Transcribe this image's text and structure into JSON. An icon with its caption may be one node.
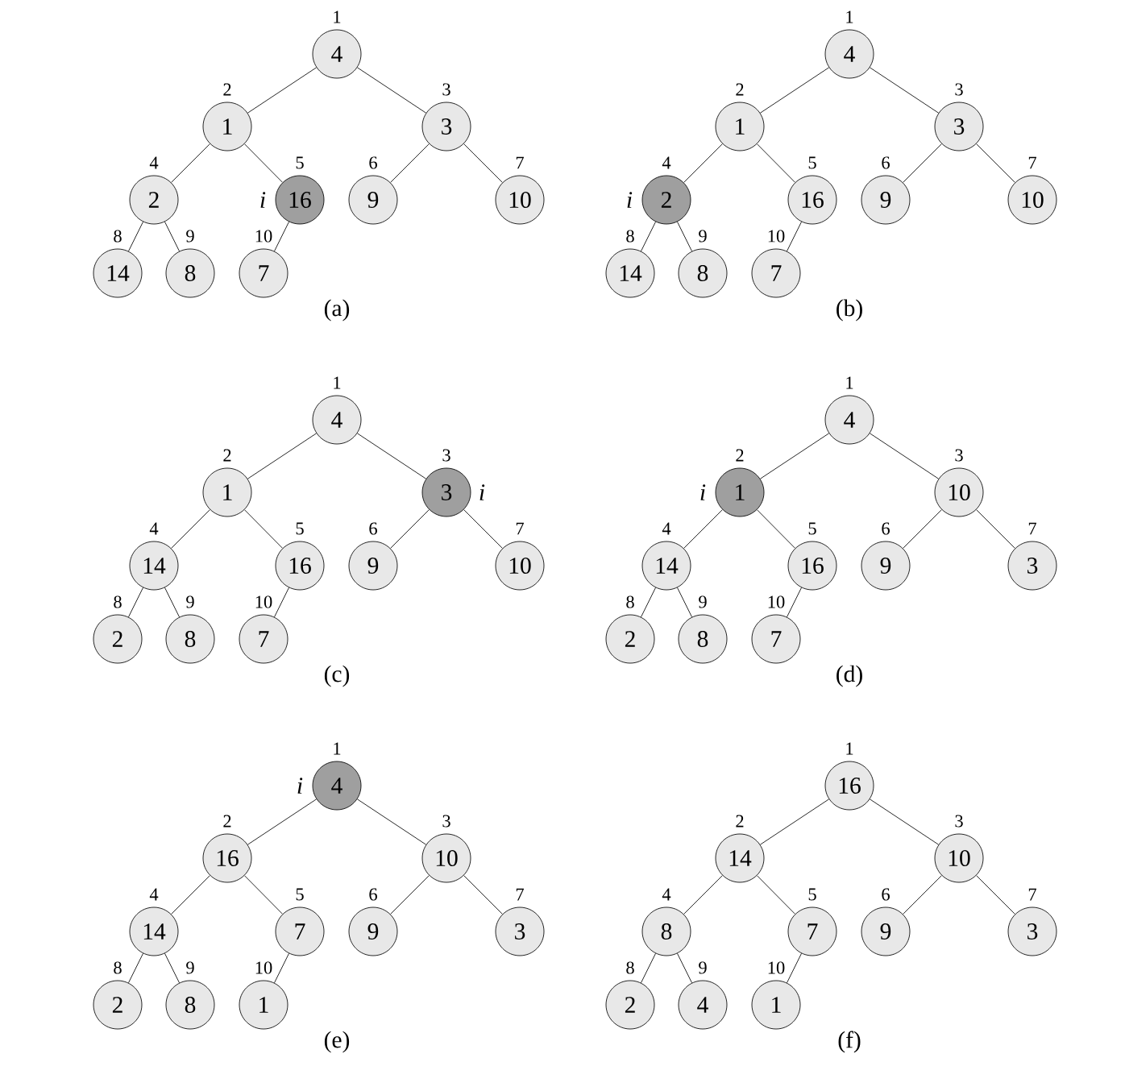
{
  "diagram": {
    "nodes": [
      {
        "text": [
          "4"
        ],
        "beside": [
          "1"
        ]
      },
      {
        "text": [
          "1"
        ],
        "beside": [
          "2"
        ]
      },
      {
        "text": [
          "3"
        ],
        "beside": [
          "3"
        ]
      },
      {
        "text": [
          "2"
        ],
        "beside": [
          "4"
        ]
      },
      {
        "text": [
          "16"
        ],
        "beside": [
          "5",
          "i"
        ]
      },
      {
        "text": [
          "9"
        ],
        "beside": [
          "6"
        ]
      },
      {
        "text": [
          "10"
        ],
        "beside": [
          "7"
        ]
      },
      {
        "text": [
          "14"
        ],
        "beside": [
          "8"
        ]
      },
      {
        "text": [
          "8"
        ],
        "beside": [
          "9"
        ]
      },
      {
        "text": [
          "7"
        ],
        "beside": [
          "10"
        ]
      },
      {
        "text": [
          "4"
        ],
        "beside": [
          "1"
        ]
      },
      {
        "text": [
          "1"
        ],
        "beside": [
          "2"
        ]
      },
      {
        "text": [
          "3"
        ],
        "beside": [
          "3"
        ]
      },
      {
        "text": [
          "2"
        ],
        "beside": [
          "4",
          "i"
        ]
      },
      {
        "text": [
          "16"
        ],
        "beside": [
          "5"
        ]
      },
      {
        "text": [
          "9"
        ],
        "beside": [
          "6"
        ]
      },
      {
        "text": [
          "10"
        ],
        "beside": [
          "7"
        ]
      },
      {
        "text": [
          "14"
        ],
        "beside": [
          "8"
        ]
      },
      {
        "text": [
          "8"
        ],
        "beside": [
          "9"
        ]
      },
      {
        "text": [
          "7"
        ],
        "beside": [
          "10"
        ]
      },
      {
        "text": [
          "4"
        ],
        "beside": [
          "1"
        ]
      },
      {
        "text": [
          "1"
        ],
        "beside": [
          "2"
        ]
      },
      {
        "text": [
          "3"
        ],
        "beside": [
          "3",
          "i"
        ]
      },
      {
        "text": [
          "14"
        ],
        "beside": [
          "4"
        ]
      },
      {
        "text": [
          "16"
        ],
        "beside": [
          "5"
        ]
      },
      {
        "text": [
          "9"
        ],
        "beside": [
          "6"
        ]
      },
      {
        "text": [
          "10"
        ],
        "beside": [
          "7"
        ]
      },
      {
        "text": [
          "2"
        ],
        "beside": [
          "8"
        ]
      },
      {
        "text": [
          "8"
        ],
        "beside": [
          "9"
        ]
      },
      {
        "text": [
          "7"
        ],
        "beside": [
          "10"
        ]
      },
      {
        "text": [
          "4"
        ],
        "beside": [
          "1"
        ]
      },
      {
        "text": [
          "1"
        ],
        "beside": [
          "2",
          "i"
        ]
      },
      {
        "text": [
          "10"
        ],
        "beside": [
          "3"
        ]
      },
      {
        "text": [
          "14"
        ],
        "beside": [
          "4"
        ]
      },
      {
        "text": [
          "16"
        ],
        "beside": [
          "5"
        ]
      },
      {
        "text": [
          "9"
        ],
        "beside": [
          "6"
        ]
      },
      {
        "text": [
          "3"
        ],
        "beside": [
          "7"
        ]
      },
      {
        "text": [
          "2"
        ],
        "beside": [
          "8"
        ]
      },
      {
        "text": [
          "8"
        ],
        "beside": [
          "9"
        ]
      },
      {
        "text": [
          "7"
        ],
        "beside": [
          "10"
        ]
      },
      {
        "text": [
          "4"
        ],
        "beside": [
          "1",
          "i"
        ]
      },
      {
        "text": [
          "16"
        ],
        "beside": [
          "2"
        ]
      },
      {
        "text": [
          "10"
        ],
        "beside": [
          "3"
        ]
      },
      {
        "text": [
          "14"
        ],
        "beside": [
          "4"
        ]
      },
      {
        "text": [
          "7"
        ],
        "beside": [
          "5"
        ]
      },
      {
        "text": [
          "9"
        ],
        "beside": [
          "6"
        ]
      },
      {
        "text": [
          "3"
        ],
        "beside": [
          "7"
        ]
      },
      {
        "text": [
          "2"
        ],
        "beside": [
          "8"
        ]
      },
      {
        "text": [
          "8"
        ],
        "beside": [
          "9"
        ]
      },
      {
        "text": [
          "1"
        ],
        "beside": [
          "10"
        ]
      },
      {
        "text": [
          "16"
        ],
        "beside": [
          "1"
        ]
      },
      {
        "text": [
          "14"
        ],
        "beside": [
          "2"
        ]
      },
      {
        "text": [
          "10"
        ],
        "beside": [
          "3"
        ]
      },
      {
        "text": [
          "8"
        ],
        "beside": [
          "4"
        ]
      },
      {
        "text": [
          "7"
        ],
        "beside": [
          "5"
        ]
      },
      {
        "text": [
          "9"
        ],
        "beside": [
          "6"
        ]
      },
      {
        "text": [
          "3"
        ],
        "beside": [
          "7"
        ]
      },
      {
        "text": [
          "2"
        ],
        "beside": [
          "8"
        ]
      },
      {
        "text": [
          "4"
        ],
        "beside": [
          "9"
        ]
      },
      {
        "text": [
          "1"
        ],
        "beside": [
          "10"
        ]
      }
    ],
    "edges": [
      {
        "from": 0,
        "to": 1,
        "arrow": "none"
      },
      {
        "from": 0,
        "to": 2,
        "arrow": "none"
      },
      {
        "from": 1,
        "to": 3,
        "arrow": "none"
      },
      {
        "from": 1,
        "to": 4,
        "arrow": "none"
      },
      {
        "from": 2,
        "to": 5,
        "arrow": "none"
      },
      {
        "from": 2,
        "to": 6,
        "arrow": "none"
      },
      {
        "from": 3,
        "to": 7,
        "arrow": "none"
      },
      {
        "from": 3,
        "to": 8,
        "arrow": "none"
      },
      {
        "from": 4,
        "to": 9,
        "arrow": "none"
      },
      {
        "from": 10,
        "to": 11,
        "arrow": "none"
      },
      {
        "from": 10,
        "to": 12,
        "arrow": "none"
      },
      {
        "from": 11,
        "to": 13,
        "arrow": "none"
      },
      {
        "from": 11,
        "to": 14,
        "arrow": "none"
      },
      {
        "from": 12,
        "to": 15,
        "arrow": "none"
      },
      {
        "from": 12,
        "to": 16,
        "arrow": "none"
      },
      {
        "from": 13,
        "to": 17,
        "arrow": "none"
      },
      {
        "from": 13,
        "to": 18,
        "arrow": "none"
      },
      {
        "from": 14,
        "to": 19,
        "arrow": "none"
      },
      {
        "from": 20,
        "to": 21,
        "arrow": "none"
      },
      {
        "from": 20,
        "to": 22,
        "arrow": "none"
      },
      {
        "from": 21,
        "to": 23,
        "arrow": "none"
      },
      {
        "from": 21,
        "to": 24,
        "arrow": "none"
      },
      {
        "from": 22,
        "to": 25,
        "arrow": "none"
      },
      {
        "from": 22,
        "to": 26,
        "arrow": "none"
      },
      {
        "from": 23,
        "to": 27,
        "arrow": "none"
      },
      {
        "from": 23,
        "to": 28,
        "arrow": "none"
      },
      {
        "from": 24,
        "to": 29,
        "arrow": "none"
      },
      {
        "from": 30,
        "to": 31,
        "arrow": "none"
      },
      {
        "from": 30,
        "to": 32,
        "arrow": "none"
      },
      {
        "from": 31,
        "to": 33,
        "arrow": "none"
      },
      {
        "from": 31,
        "to": 34,
        "arrow": "none"
      },
      {
        "from": 32,
        "to": 35,
        "arrow": "none"
      },
      {
        "from": 32,
        "to": 36,
        "arrow": "none"
      },
      {
        "from": 33,
        "to": 37,
        "arrow": "none"
      },
      {
        "from": 33,
        "to": 38,
        "arrow": "none"
      },
      {
        "from": 34,
        "to": 39,
        "arrow": "none"
      },
      {
        "from": 40,
        "to": 41,
        "arrow": "none"
      },
      {
        "from": 40,
        "to": 42,
        "arrow": "none"
      },
      {
        "from": 41,
        "to": 43,
        "arrow": "none"
      },
      {
        "from": 41,
        "to": 44,
        "arrow": "none"
      },
      {
        "from": 42,
        "to": 45,
        "arrow": "none"
      },
      {
        "from": 42,
        "to": 46,
        "arrow": "none"
      },
      {
        "from": 43,
        "to": 47,
        "arrow": "none"
      },
      {
        "from": 43,
        "to": 48,
        "arrow": "none"
      },
      {
        "from": 44,
        "to": 49,
        "arrow": "none"
      },
      {
        "from": 50,
        "to": 51,
        "arrow": "none"
      },
      {
        "from": 50,
        "to": 52,
        "arrow": "none"
      },
      {
        "from": 51,
        "to": 53,
        "arrow": "none"
      },
      {
        "from": 51,
        "to": 54,
        "arrow": "none"
      },
      {
        "from": 52,
        "to": 55,
        "arrow": "none"
      },
      {
        "from": 52,
        "to": 56,
        "arrow": "none"
      },
      {
        "from": 53,
        "to": 57,
        "arrow": "none"
      },
      {
        "from": 53,
        "to": 58,
        "arrow": "none"
      },
      {
        "from": 54,
        "to": 59,
        "arrow": "none"
      }
    ],
    "labels": [
      "(a)",
      "(b)",
      "(c)",
      "(d)",
      "(e)",
      "(f)"
    ]
  }
}
